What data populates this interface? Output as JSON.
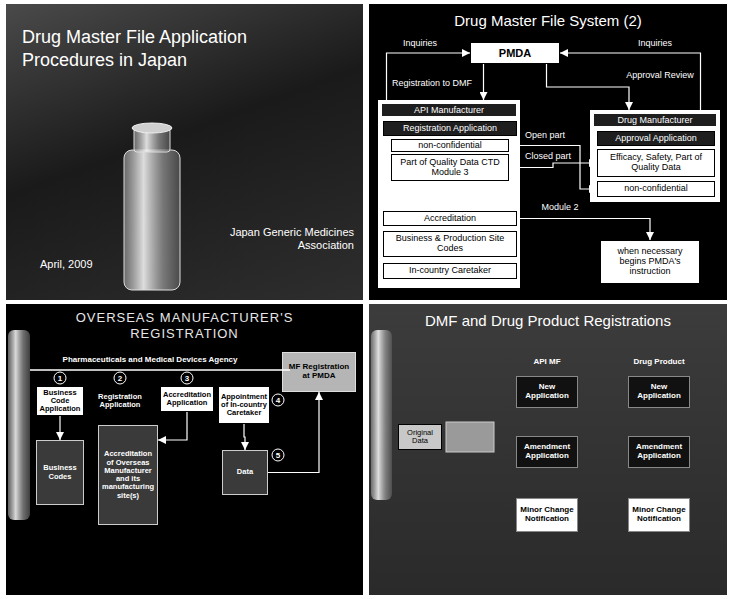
{
  "diagram": {
    "nodes": [
      {
        "text": [
          "Drug Master File Application Procedures in Japan",
          "Japan Generic Medicines Association",
          "April, 2009"
        ]
      },
      {
        "text": [
          "Drug Master File System (2)"
        ]
      },
      {
        "text": [
          "PMDA"
        ],
        "in": 1
      },
      {
        "text": [
          "API Manufacturer"
        ],
        "in": 1
      },
      {
        "text": [
          "Registration Application"
        ],
        "in": 3
      },
      {
        "text": [
          "non-confidential"
        ],
        "in": 3
      },
      {
        "text": [
          "Part of Quality Data CTD Module 3"
        ],
        "in": 3
      },
      {
        "text": [
          "Accreditation"
        ],
        "in": 3
      },
      {
        "text": [
          "Business & Production Site Codes"
        ],
        "in": 3
      },
      {
        "text": [
          "In-country Caretaker"
        ],
        "in": 3
      },
      {
        "text": [
          "Drug Manufacturer"
        ],
        "in": 1
      },
      {
        "text": [
          "Approval Application"
        ],
        "in": 10
      },
      {
        "text": [
          "Efficacy, Safety, Part of Quality Data"
        ],
        "in": 10
      },
      {
        "text": [
          "non-confidential"
        ],
        "in": 10
      },
      {
        "text": [
          "when necessary begins PMDA's instruction"
        ],
        "in": 1
      },
      {
        "text": [
          "OVERSEAS MANUFACTURER'S REGISTRATION"
        ]
      },
      {
        "text": [
          "Business Code Application"
        ],
        "in": 15
      },
      {
        "text": [
          "Registration Application"
        ],
        "in": 15
      },
      {
        "text": [
          "Accreditation Application"
        ],
        "in": 15
      },
      {
        "text": [
          "Appointment of In-country Caretaker"
        ],
        "in": 15
      },
      {
        "text": [
          "MF Registration at PMDA"
        ],
        "in": 15
      },
      {
        "text": [
          "Business Codes"
        ],
        "in": 15
      },
      {
        "text": [
          "Accreditation of Overseas Manufacturer and its manufacturing site(s)"
        ],
        "in": 15
      },
      {
        "text": [
          "Data"
        ],
        "in": 15
      },
      {
        "text": [
          "DMF and Drug Product Registrations"
        ]
      },
      {
        "text": [
          "Original Data"
        ],
        "in": 24
      },
      {
        "text": [
          "New Application"
        ],
        "in": 24
      },
      {
        "text": [
          "Amendment Application"
        ],
        "in": 24
      },
      {
        "text": [
          "Minor Change Notification"
        ],
        "in": 24
      },
      {
        "text": [
          "New Application"
        ],
        "in": 24
      },
      {
        "text": [
          "Amendment Application"
        ],
        "in": 24
      },
      {
        "text": [
          "Minor Change Notification"
        ],
        "in": 24
      }
    ],
    "edges": [
      {
        "from": 3,
        "to": 2,
        "arrow": "to",
        "label": "Inquiries"
      },
      {
        "from": 2,
        "to": 3,
        "arrow": "to",
        "label": "Registration to DMF"
      },
      {
        "from": 10,
        "to": 2,
        "arrow": "to",
        "label": "Inquiries"
      },
      {
        "from": 2,
        "to": 10,
        "arrow": "to",
        "label": "Approval Review"
      },
      {
        "from": 5,
        "to": 13,
        "arrow": "to",
        "label": "Open part"
      },
      {
        "from": 6,
        "to": 12,
        "arrow": "to",
        "label": "Closed part"
      },
      {
        "from": 7,
        "to": 14,
        "arrow": "to",
        "label": "Module 2"
      },
      {
        "from": 16,
        "to": 21,
        "arrow": "to"
      },
      {
        "from": 18,
        "to": 22,
        "arrow": "to"
      },
      {
        "from": 19,
        "to": 23,
        "arrow": "to"
      },
      {
        "from": 23,
        "to": 20,
        "arrow": "to"
      }
    ],
    "labels": [
      "Pharmaceuticals and Medical Devices Agency",
      "1",
      "2",
      "3",
      "4",
      "5",
      "API MF",
      "Drug Product"
    ]
  }
}
